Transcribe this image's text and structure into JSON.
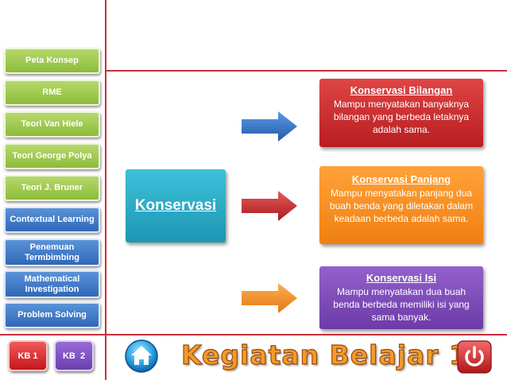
{
  "sidebar": {
    "items": [
      {
        "label": "Peta Konsep",
        "color": "green"
      },
      {
        "label": "RME",
        "color": "green"
      },
      {
        "label": "Teori Van Hiele",
        "color": "green"
      },
      {
        "label": "Teori George Polya",
        "color": "green"
      },
      {
        "label": "Teori J. Bruner",
        "color": "green"
      },
      {
        "label": "Contextual Learning",
        "color": "blue"
      },
      {
        "label": "Penemuan Termbimbing",
        "color": "blue"
      },
      {
        "label": "Mathematical Investigation",
        "color": "blue"
      },
      {
        "label": "Problem Solving",
        "color": "blue"
      }
    ]
  },
  "kb_buttons": {
    "kb1": "KB 1",
    "kb2": "KB  2"
  },
  "main": {
    "center_label": "Konservasi",
    "cards": [
      {
        "title": "Konservasi Bilangan",
        "body": "Mampu menyatakan banyaknya bilangan yang berbeda letaknya adalah sama.",
        "arrow_color": "#2f6fc4"
      },
      {
        "title": "Konservasi Panjang",
        "body": "Mampu menyatakan panjang dua buah benda yang diletakan dalam keadaan berbeda adalah sama.",
        "arrow_color": "#c4282c"
      },
      {
        "title": "Konservasi Isi",
        "body": "Mampu menyatakan dua buah benda berbeda memiliki isi yang sama banyak.",
        "arrow_color": "#f08a1c"
      }
    ]
  },
  "footer": {
    "title": "Kegiatan Belajar 1",
    "home_icon": "home-icon",
    "power_icon": "power-icon"
  },
  "colors": {
    "accent_red": "#c9303a",
    "green": "#8cbb3a",
    "blue": "#2f67b8",
    "teal": "#1e96b3",
    "orange": "#f07f10",
    "purple": "#6c3ba8"
  }
}
